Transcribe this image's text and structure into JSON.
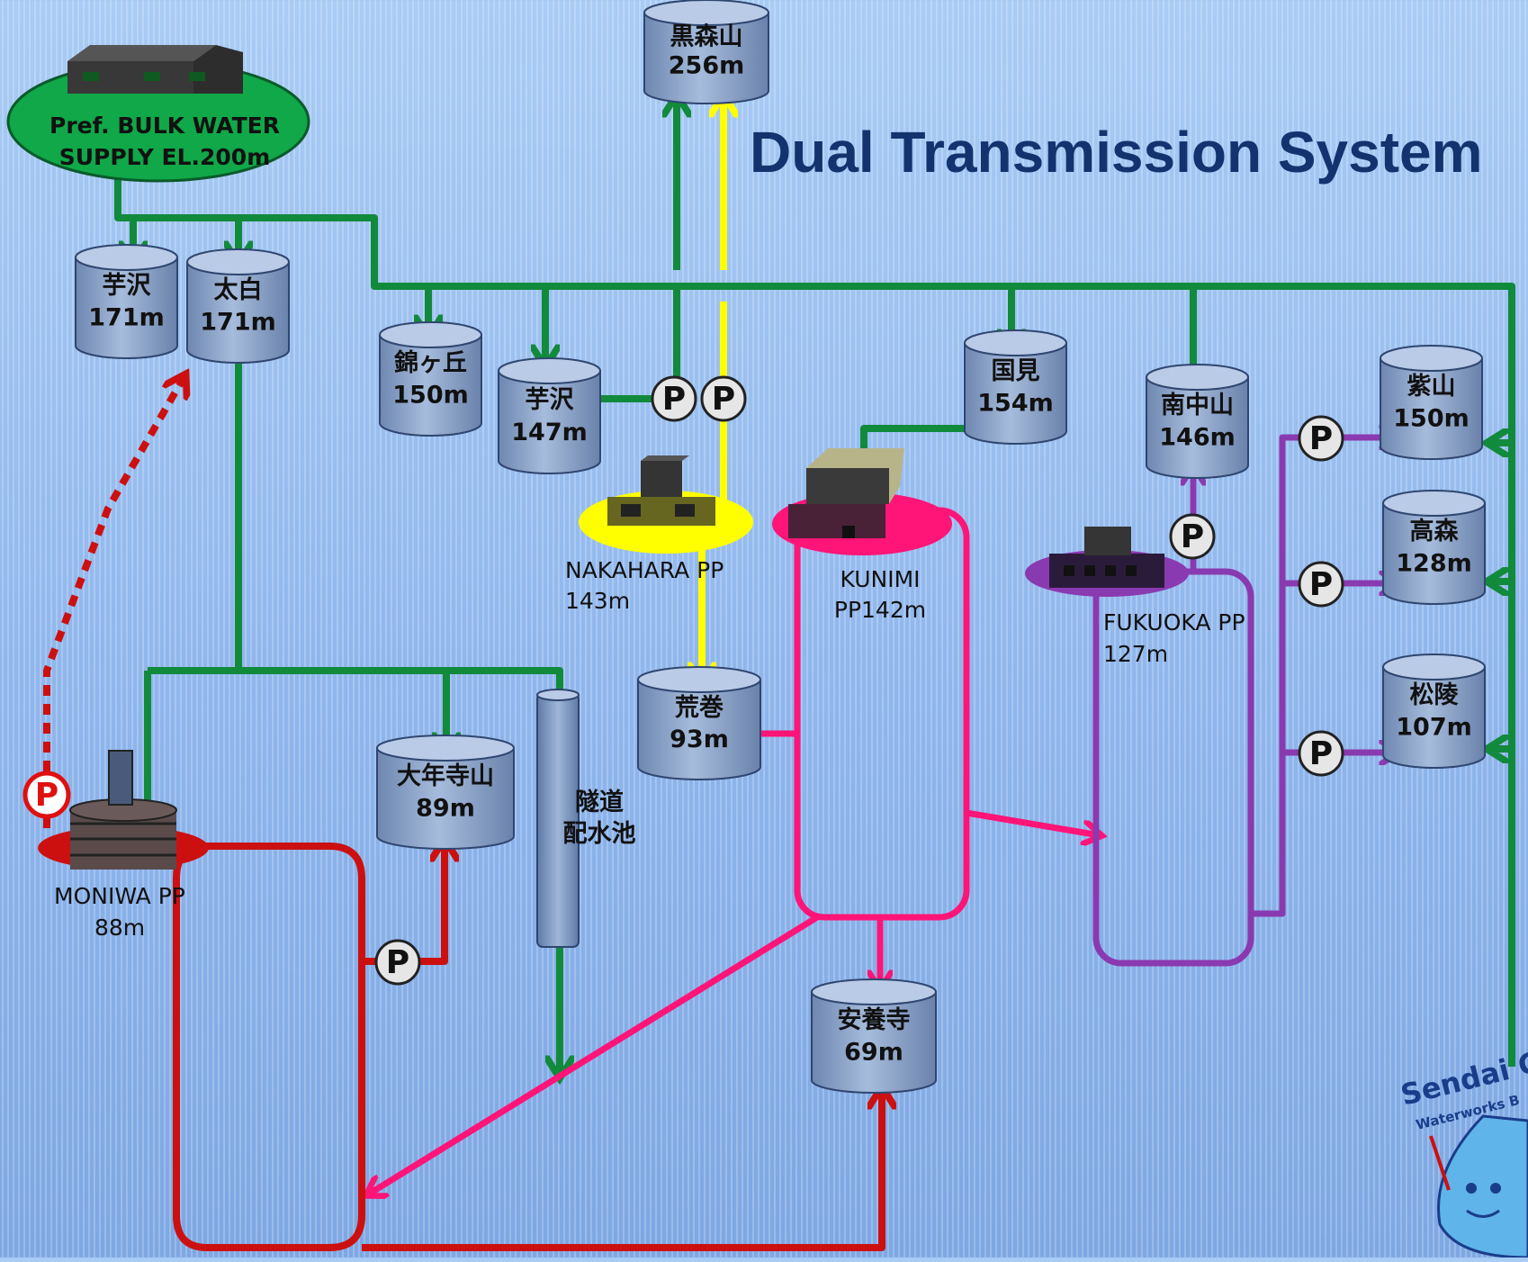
{
  "title": "Dual Transmission System",
  "bulk_supply": {
    "line1": "Pref. BULK WATER",
    "line2": "SUPPLY  EL.200m"
  },
  "reservoirs": {
    "kuromoriyama": {
      "name": "黒森山",
      "elev": "256m"
    },
    "imozawa_top": {
      "name": "芋沢",
      "elev": "171m"
    },
    "taihaku": {
      "name": "太白",
      "elev": "171m"
    },
    "nishikigaoka": {
      "name": "錦ヶ丘",
      "elev": "150m"
    },
    "imozawa_147": {
      "name": "芋沢",
      "elev": "147m"
    },
    "kunimi": {
      "name": "国見",
      "elev": "154m"
    },
    "minaminakayama": {
      "name": "南中山",
      "elev": "146m"
    },
    "murasakiyama": {
      "name": "紫山",
      "elev": "150m"
    },
    "takamori": {
      "name": "高森",
      "elev": "128m"
    },
    "shoryo": {
      "name": "松陵",
      "elev": "107m"
    },
    "aramaki": {
      "name": "荒巻",
      "elev": "93m"
    },
    "dainenjiyama": {
      "name": "大年寺山",
      "elev": "89m"
    },
    "anyoji": {
      "name": "安養寺",
      "elev": "69m"
    },
    "tunnel": {
      "line1": "隧道",
      "line2": "配水池"
    }
  },
  "pump_plants": {
    "nakahara": {
      "line1": "NAKAHARA PP",
      "line2": "143m",
      "color": "#ffff00"
    },
    "kunimi": {
      "line1": "KUNIMI",
      "line2": "PP142m",
      "color": "#ff1478"
    },
    "fukuoka": {
      "line1": "FUKUOKA PP",
      "line2": "127m",
      "color": "#8a3ab0"
    },
    "moniwa": {
      "line1": "MONIWA PP",
      "line2": "88m",
      "color": "#cc1010"
    }
  },
  "pump_symbol": "P",
  "logo": {
    "text1": "Sendai C",
    "text2": "Waterworks B"
  },
  "colors": {
    "gravity_line": "#128a3c",
    "nakahara_line": "#ffff00",
    "kunimi_line": "#ff1478",
    "fukuoka_line": "#8a3ab0",
    "moniwa_line": "#cc1010",
    "title": "#13336e",
    "bulk_supply": "#10a848"
  }
}
